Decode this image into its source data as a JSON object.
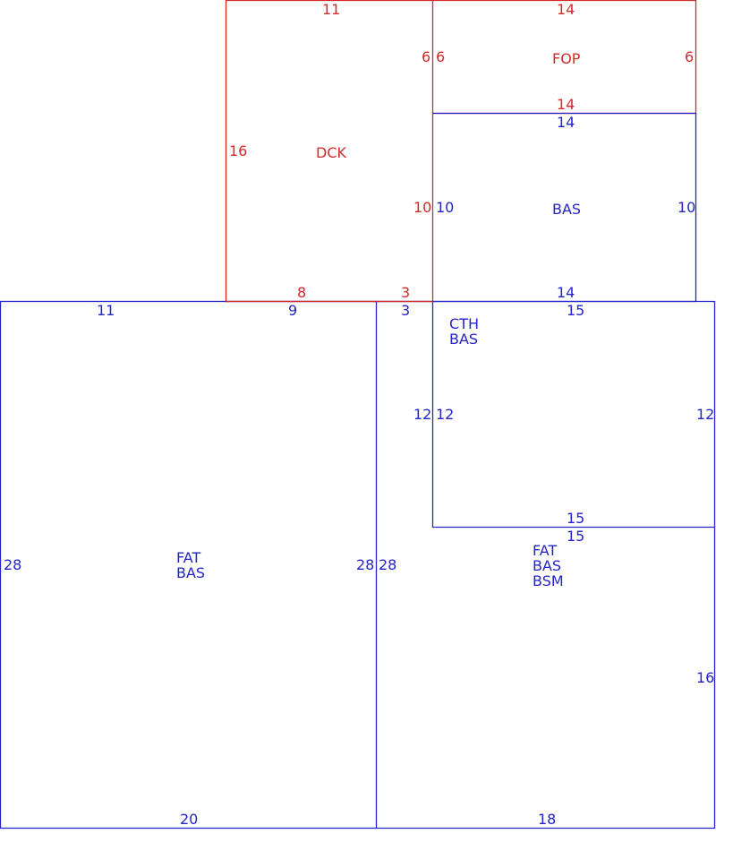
{
  "colors": {
    "red": "#d42a2a",
    "blue": "#2424c8"
  },
  "areas": [
    {
      "id": "dck",
      "color": "red",
      "lines": [
        "DCK"
      ]
    },
    {
      "id": "fop",
      "color": "red",
      "lines": [
        "FOP"
      ]
    },
    {
      "id": "bas",
      "color": "blue",
      "lines": [
        "BAS"
      ]
    },
    {
      "id": "cth-bas",
      "color": "blue",
      "lines": [
        "CTH",
        "BAS"
      ]
    },
    {
      "id": "fat-bas",
      "color": "blue",
      "lines": [
        "FAT",
        "BAS"
      ]
    },
    {
      "id": "fat-bas-bsm",
      "color": "blue",
      "lines": [
        "FAT",
        "BAS",
        "BSM"
      ]
    }
  ],
  "dimensions": [
    {
      "id": "dck-top",
      "color": "red",
      "text": "11"
    },
    {
      "id": "dck-left",
      "color": "red",
      "text": "16"
    },
    {
      "id": "dck-right-upper",
      "color": "red",
      "text": "6"
    },
    {
      "id": "dck-right-lower",
      "color": "red",
      "text": "10"
    },
    {
      "id": "dck-bottom-8",
      "color": "red",
      "text": "8"
    },
    {
      "id": "dck-bottom-3",
      "color": "red",
      "text": "3"
    },
    {
      "id": "fop-top",
      "color": "red",
      "text": "14"
    },
    {
      "id": "fop-left",
      "color": "red",
      "text": "6"
    },
    {
      "id": "fop-right",
      "color": "red",
      "text": "6"
    },
    {
      "id": "fop-bottom",
      "color": "red",
      "text": "14"
    },
    {
      "id": "bas-top",
      "color": "blue",
      "text": "14"
    },
    {
      "id": "bas-left",
      "color": "blue",
      "text": "10"
    },
    {
      "id": "bas-right",
      "color": "blue",
      "text": "10"
    },
    {
      "id": "bas-bottom",
      "color": "blue",
      "text": "14"
    },
    {
      "id": "fatbas-top-11",
      "color": "blue",
      "text": "11"
    },
    {
      "id": "fatbas-top-9",
      "color": "blue",
      "text": "9"
    },
    {
      "id": "fatbas-left",
      "color": "blue",
      "text": "28"
    },
    {
      "id": "fatbas-right",
      "color": "blue",
      "text": "28"
    },
    {
      "id": "fatbas-bottom",
      "color": "blue",
      "text": "20"
    },
    {
      "id": "bsm-top-3",
      "color": "blue",
      "text": "3"
    },
    {
      "id": "bsm-left-28",
      "color": "blue",
      "text": "28"
    },
    {
      "id": "bsm-left-12",
      "color": "blue",
      "text": "12"
    },
    {
      "id": "bsm-right-16",
      "color": "blue",
      "text": "16"
    },
    {
      "id": "bsm-bottom",
      "color": "blue",
      "text": "18"
    },
    {
      "id": "cth-top",
      "color": "blue",
      "text": "15"
    },
    {
      "id": "cth-left",
      "color": "blue",
      "text": "12"
    },
    {
      "id": "cth-right",
      "color": "blue",
      "text": "12"
    },
    {
      "id": "cth-bottom",
      "color": "blue",
      "text": "15"
    },
    {
      "id": "bsm-top-15",
      "color": "blue",
      "text": "15"
    }
  ]
}
